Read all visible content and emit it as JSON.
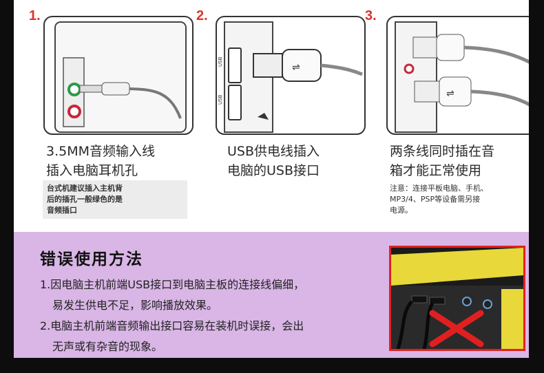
{
  "steps": [
    {
      "number": "1.",
      "caption_line1": "3.5MM音频输入线",
      "caption_line2": "插入电脑耳机孔",
      "note_lines": [
        "台式机建议插入主机背",
        "后的插孔一般绿色的是",
        "音频插口"
      ]
    },
    {
      "number": "2.",
      "caption_line1": "USB供电线插入",
      "caption_line2": "电脑的USB接口",
      "usb_port_label": "USB"
    },
    {
      "number": "3.",
      "caption_line1": "两条线同时插在音",
      "caption_line2": "箱才能正常使用",
      "note_lines": [
        "注意：连接平板电脑、手机、",
        "MP3/4、PSP等设备需另接",
        "电源。"
      ]
    }
  ],
  "wrong_usage": {
    "title": "错误使用方法",
    "lines": [
      "1.因电脑主机前端USB接口到电脑主板的连接线偏细，",
      "易发生供电不足，影响播放效果。",
      "2.电脑主机前端音频输出接口容易在装机时误接，会出",
      "无声或有杂音的现象。"
    ]
  },
  "colors": {
    "step_number": "#d9342b",
    "wrong_bg": "#d9b6e6",
    "photo_border": "#e02020",
    "audio_jack_green": "#2e9a4a",
    "audio_jack_red": "#c6283b"
  }
}
